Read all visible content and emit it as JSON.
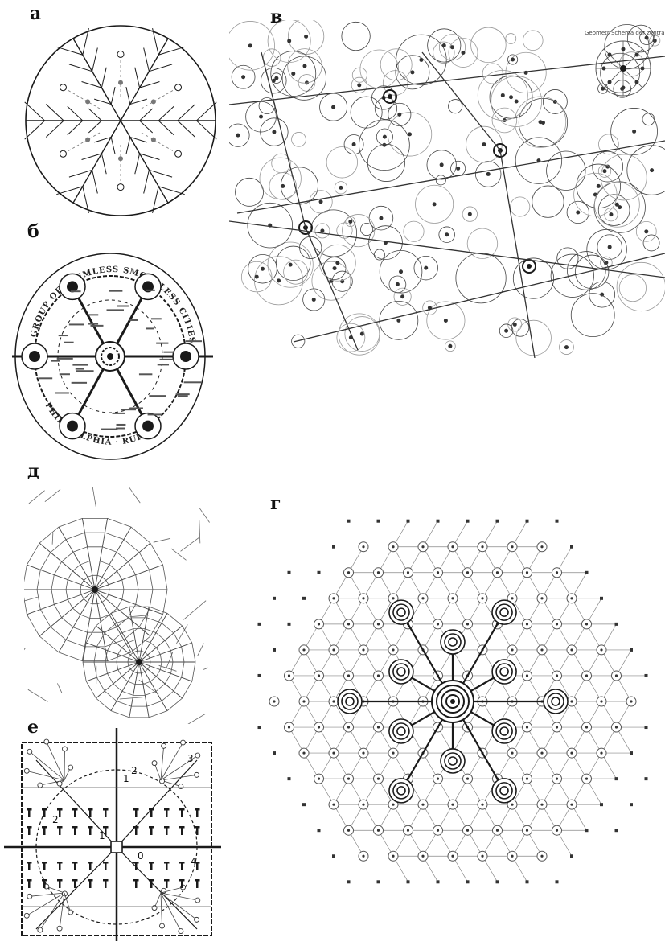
{
  "panels": {
    "a": {
      "label": "а"
    },
    "b": {
      "label": "б",
      "ring_top": "GROUP OF SLUMLESS SMOKELESS CITIES",
      "ring_bottom": "PHILADELPHIA · RURAL"
    },
    "v": {
      "label": "в",
      "caption": "Geometr Schema der zentralen Orte"
    },
    "g": {
      "label": "г"
    },
    "d": {
      "label": "д"
    },
    "e": {
      "label": "е",
      "numbers": [
        "1",
        "2",
        "3",
        "4",
        "1",
        "2",
        "0"
      ]
    }
  },
  "colors": {
    "ink": "#1a1a1a",
    "gray": "#777777",
    "paper": "#ffffff"
  }
}
